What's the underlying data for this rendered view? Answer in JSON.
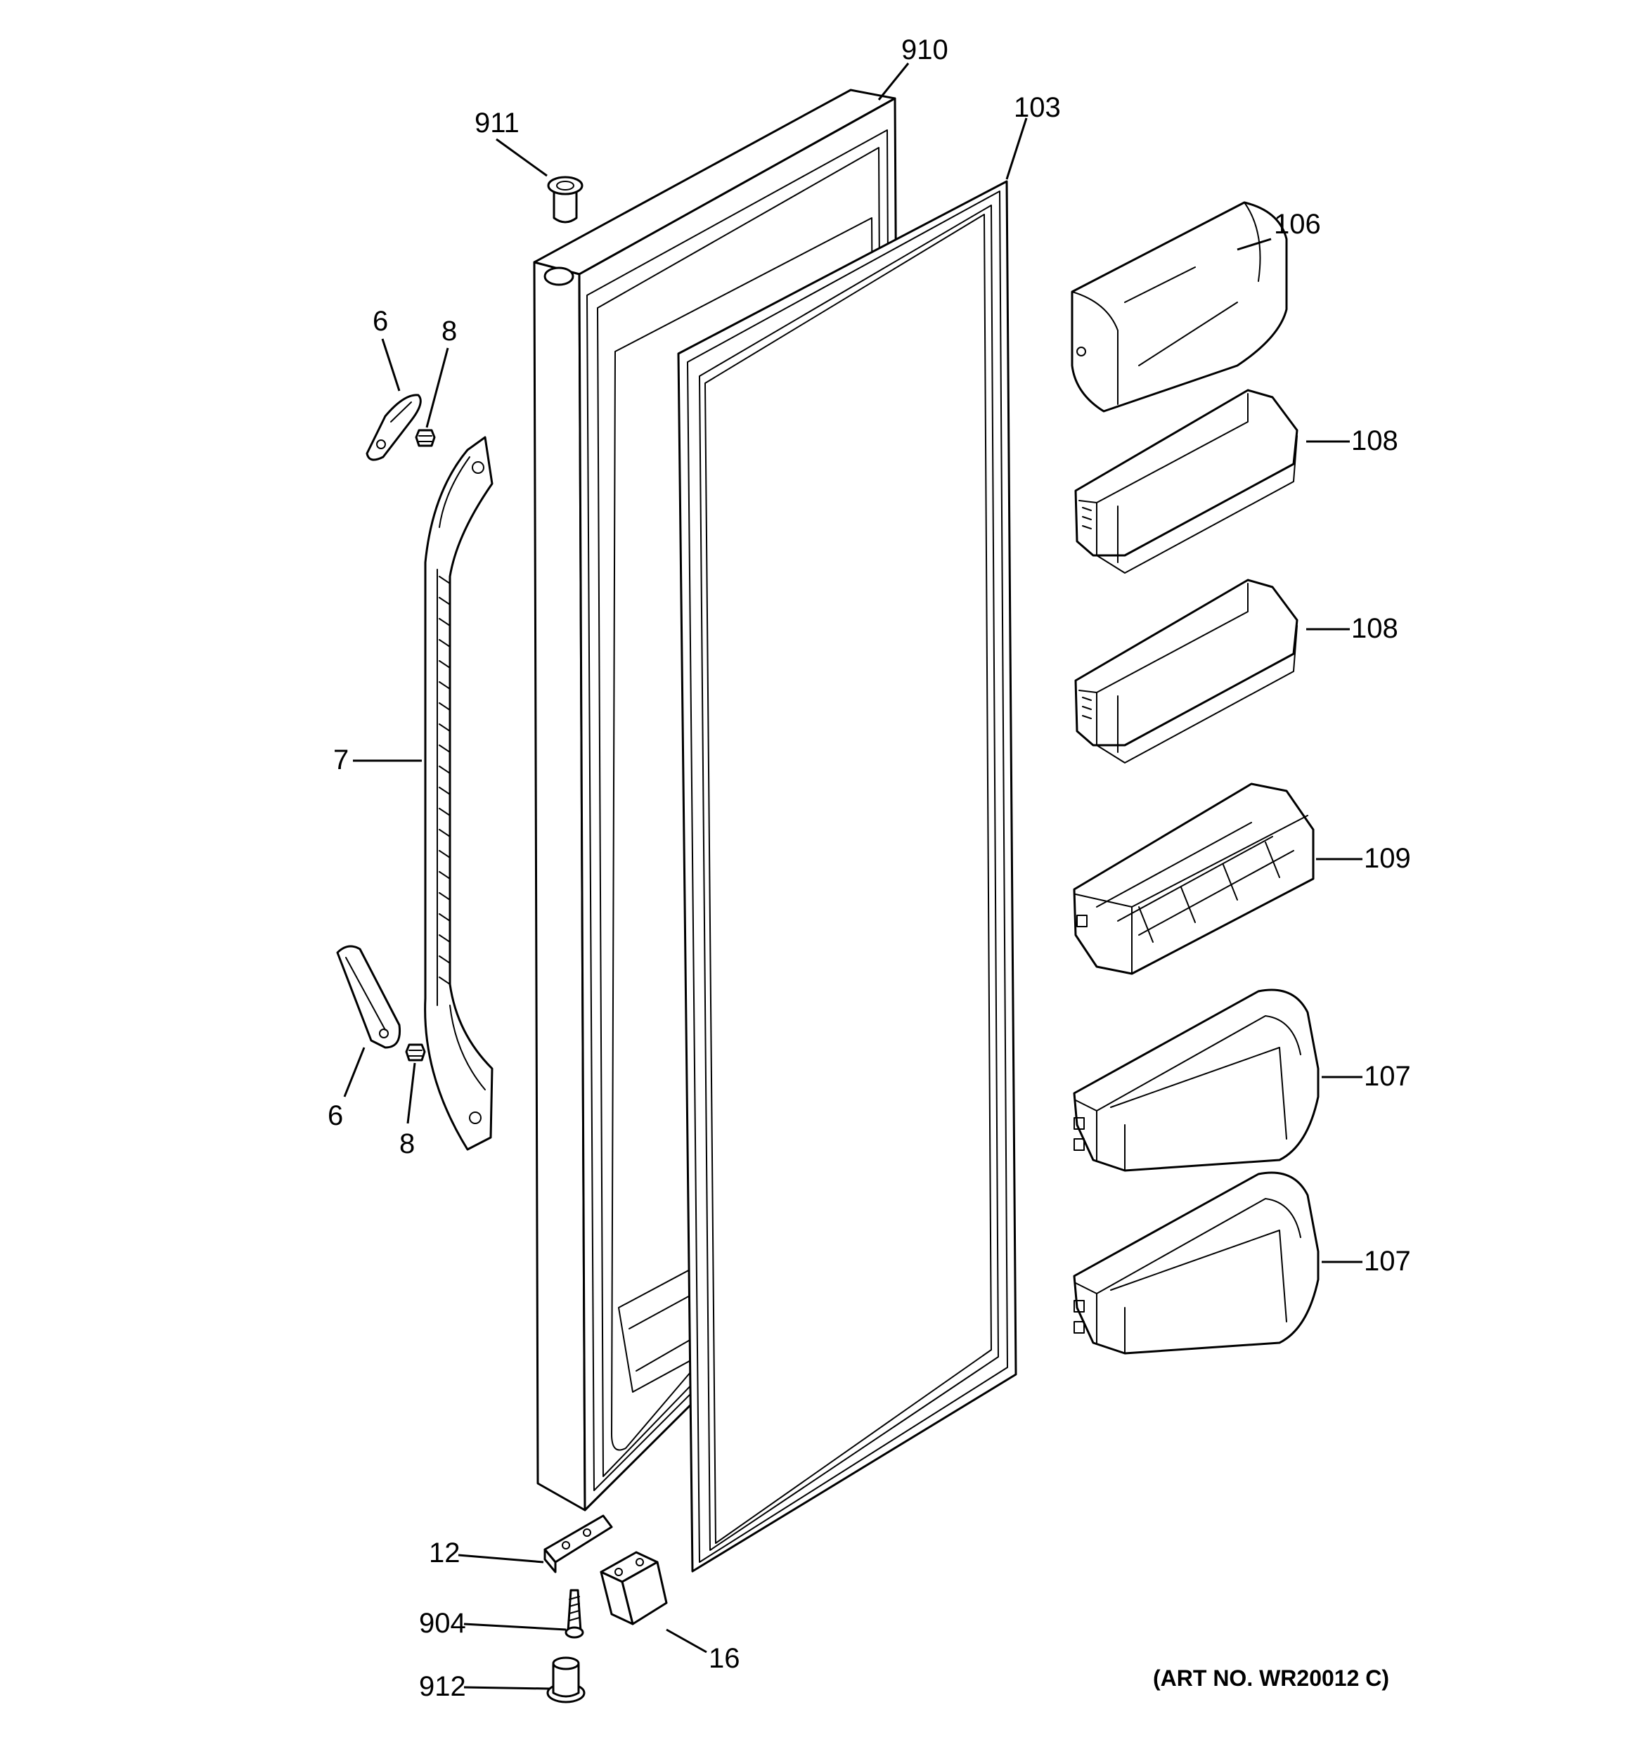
{
  "diagram": {
    "art_number": "(ART NO. WR20012 C)",
    "callouts": {
      "c910": "910",
      "c911": "911",
      "c103": "103",
      "c106": "106",
      "c6_top": "6",
      "c8_top": "8",
      "c108_a": "108",
      "c108_b": "108",
      "c7": "7",
      "c109": "109",
      "c107_a": "107",
      "c6_bottom": "6",
      "c8_bottom": "8",
      "c107_b": "107",
      "c12": "12",
      "c904": "904",
      "c16": "16",
      "c912": "912"
    }
  }
}
